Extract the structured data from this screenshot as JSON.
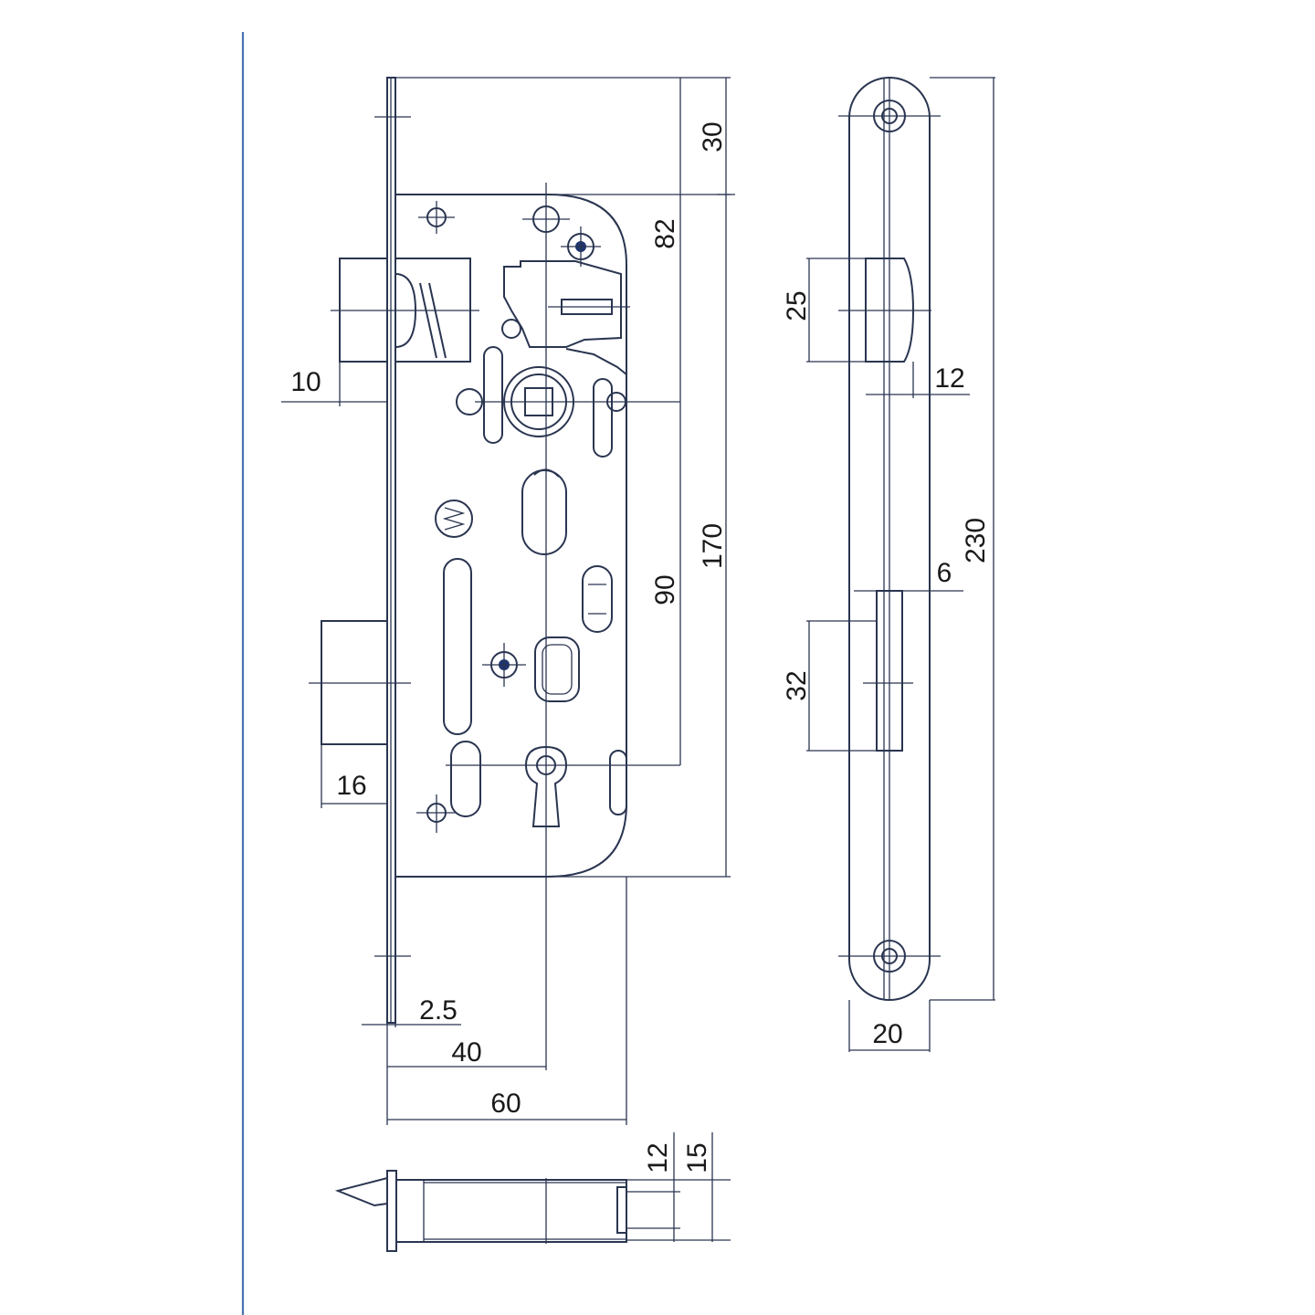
{
  "colors": {
    "line": "#2a3550",
    "accent": "#4a72b0",
    "marker": "#1e3570",
    "background": "#ffffff"
  },
  "dimensions": {
    "d30": "30",
    "d82": "82",
    "d170": "170",
    "d90": "90",
    "d10": "10",
    "d16": "16",
    "d2_5": "2.5",
    "d40": "40",
    "d60": "60",
    "d25": "25",
    "d12_strike": "12",
    "d6": "6",
    "d230": "230",
    "d32": "32",
    "d20": "20",
    "d12_bottom": "12",
    "d15": "15"
  }
}
